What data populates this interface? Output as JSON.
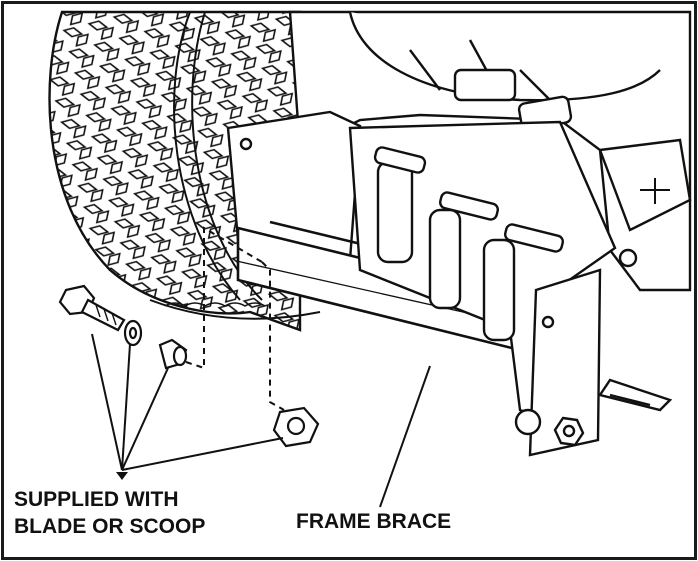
{
  "callouts": {
    "supplied_line1": "SUPPLIED WITH",
    "supplied_line2": "BLADE OR SCOOP",
    "frame_brace": "FRAME BRACE"
  },
  "colors": {
    "ink": "#111111",
    "paper": "#ffffff",
    "frame": "#1a1a1a"
  },
  "icons": [
    "tire",
    "mower-deck",
    "frame-brace-bracket",
    "bolt",
    "washer",
    "spacer",
    "lock-nut",
    "leader-line"
  ]
}
